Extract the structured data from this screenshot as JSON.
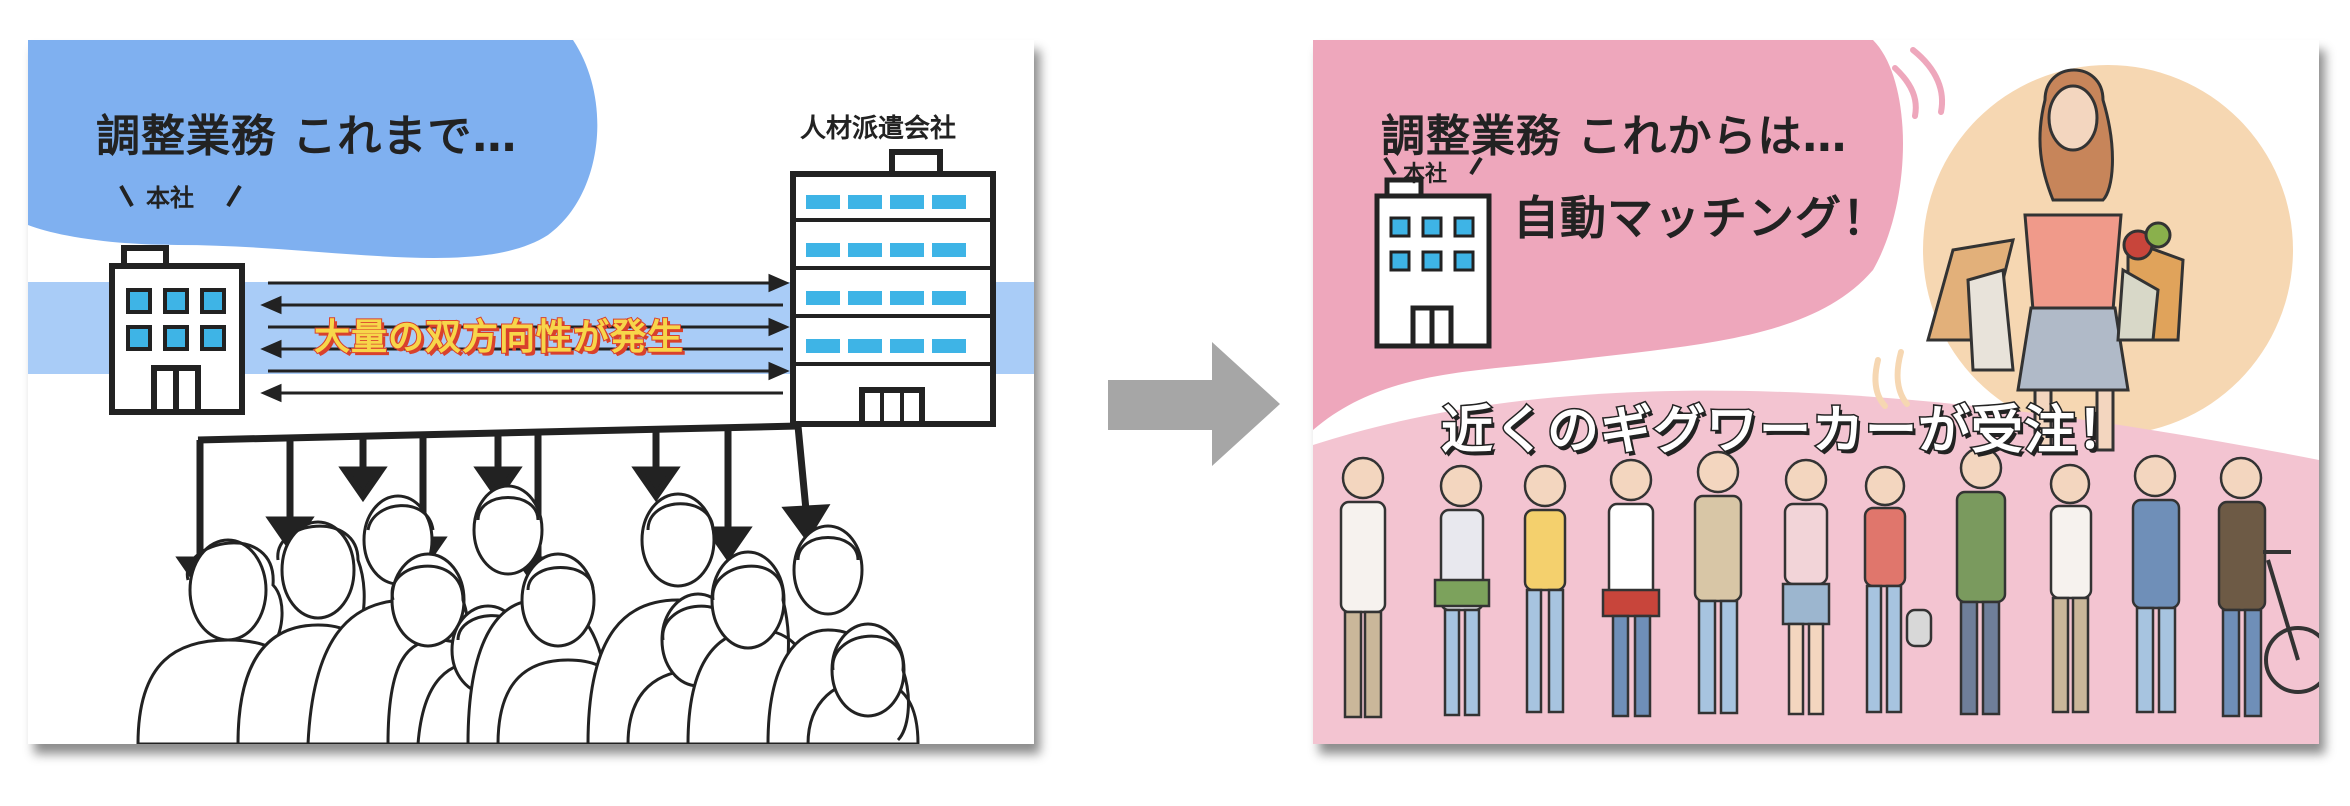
{
  "before": {
    "title": "調整業務 これまで…",
    "hq_label": "本社",
    "agency_label": "人材派遣会社",
    "banner": "大量の双方向性が発生"
  },
  "after": {
    "title": "調整業務 これからは…",
    "hq_label": "本社",
    "matching_label": "自動マッチング！",
    "banner": "近くのギグワーカーが受注！"
  },
  "colors": {
    "blue_bubble": "#7fb0f0",
    "blue_band": "#a9ccf7",
    "window_blue": "#3eb4e6",
    "pink_panel": "#f3c4d1",
    "pink_bubble": "#eea7bc",
    "peach_circle": "#f6d7b2",
    "arrow_gray": "#a6a6a6"
  },
  "icons": [
    "building-icon",
    "office-tower-icon",
    "right-arrow-icon",
    "crowd-illustration",
    "gig-workers-illustration",
    "shopper-illustration",
    "bicycle-icon"
  ]
}
